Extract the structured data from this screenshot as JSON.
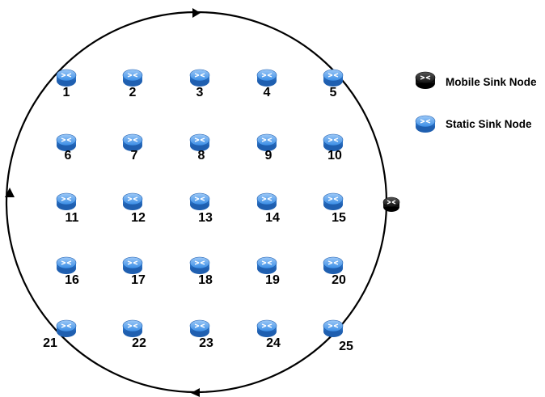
{
  "legend": {
    "mobile": "Mobile Sink Node",
    "static": "Static Sink Node"
  },
  "nodes": [
    {
      "label": "1"
    },
    {
      "label": "2"
    },
    {
      "label": "3"
    },
    {
      "label": "4"
    },
    {
      "label": "5"
    },
    {
      "label": "6"
    },
    {
      "label": "7"
    },
    {
      "label": "8"
    },
    {
      "label": "9"
    },
    {
      "label": "10"
    },
    {
      "label": "11"
    },
    {
      "label": "12"
    },
    {
      "label": "13"
    },
    {
      "label": "14"
    },
    {
      "label": "15"
    },
    {
      "label": "16"
    },
    {
      "label": "17"
    },
    {
      "label": "18"
    },
    {
      "label": "19"
    },
    {
      "label": "20"
    },
    {
      "label": "21"
    },
    {
      "label": "22"
    },
    {
      "label": "23"
    },
    {
      "label": "24"
    },
    {
      "label": "25"
    }
  ],
  "colors": {
    "static_node": "#3a8ee6",
    "static_node_dark": "#1f5fb0",
    "mobile_node": "#111111",
    "path": "#000000"
  },
  "icons": {
    "static": "router-icon",
    "mobile": "router-icon",
    "direction": "arrow-icon"
  }
}
